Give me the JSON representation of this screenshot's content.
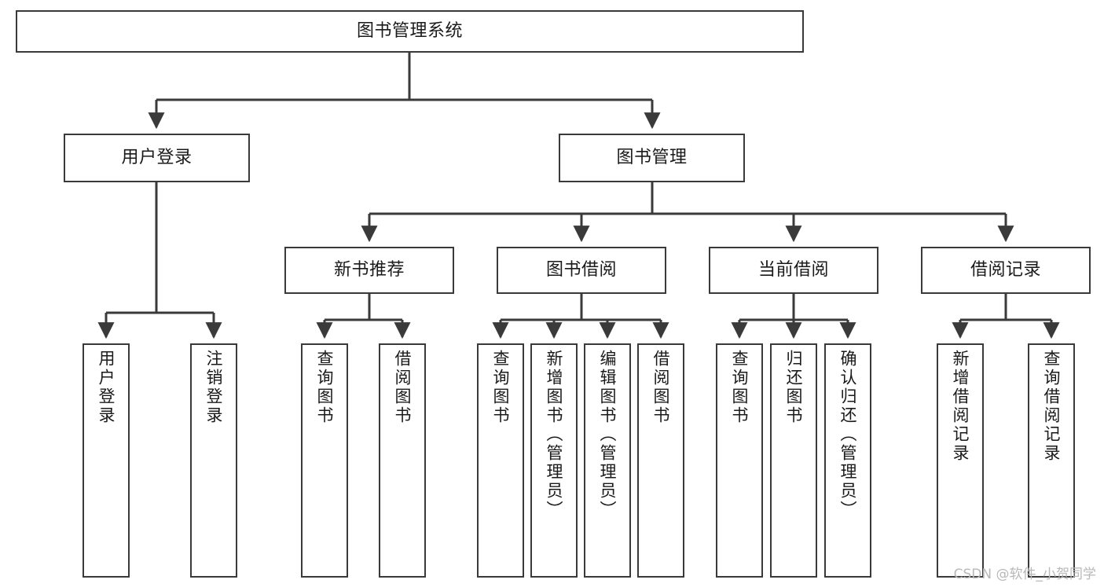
{
  "diagram": {
    "type": "tree",
    "title": "图书管理系统",
    "watermark": "CSDN @软件_小贺同学",
    "colors": {
      "box_border": "#3a3a3a",
      "box_fill": "#ffffff",
      "connector": "#3a3a3a",
      "text": "#1a1a1a",
      "watermark": "#b8b8b8",
      "background": "#ffffff"
    },
    "nodes": {
      "root": {
        "label": "图书管理系统"
      },
      "level2": [
        {
          "id": "user-login",
          "label": "用户登录"
        },
        {
          "id": "book-manage",
          "label": "图书管理"
        }
      ],
      "level3": [
        {
          "id": "new-book-rec",
          "label": "新书推荐"
        },
        {
          "id": "book-borrow",
          "label": "图书借阅"
        },
        {
          "id": "current-borrow",
          "label": "当前借阅"
        },
        {
          "id": "borrow-record",
          "label": "借阅记录"
        }
      ],
      "leaves": {
        "user-login": [
          {
            "id": "leaf-user-login",
            "label": "用户登录"
          },
          {
            "id": "leaf-logout",
            "label": "注销登录"
          }
        ],
        "new-book-rec": [
          {
            "id": "leaf-query-book-1",
            "label": "查询图书"
          },
          {
            "id": "leaf-borrow-book-1",
            "label": "借阅图书"
          }
        ],
        "book-borrow": [
          {
            "id": "leaf-query-book-2",
            "label": "查询图书"
          },
          {
            "id": "leaf-add-book",
            "label": "新增图书（管理员）"
          },
          {
            "id": "leaf-edit-book",
            "label": "编辑图书（管理员）"
          },
          {
            "id": "leaf-borrow-book-2",
            "label": "借阅图书"
          }
        ],
        "current-borrow": [
          {
            "id": "leaf-query-book-3",
            "label": "查询图书"
          },
          {
            "id": "leaf-return-book",
            "label": "归还图书"
          },
          {
            "id": "leaf-confirm-return",
            "label": "确认归还（管理员）"
          }
        ],
        "borrow-record": [
          {
            "id": "leaf-add-record",
            "label": "新增借阅记录"
          },
          {
            "id": "leaf-query-record",
            "label": "查询借阅记录"
          }
        ]
      }
    }
  }
}
